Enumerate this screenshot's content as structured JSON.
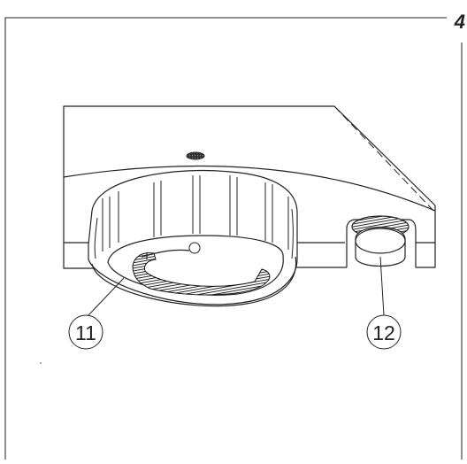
{
  "page": {
    "number": "4"
  },
  "callouts": [
    {
      "id": "11",
      "label": "11"
    },
    {
      "id": "12",
      "label": "12"
    }
  ],
  "colors": {
    "line": "#222222",
    "background": "#ffffff"
  }
}
